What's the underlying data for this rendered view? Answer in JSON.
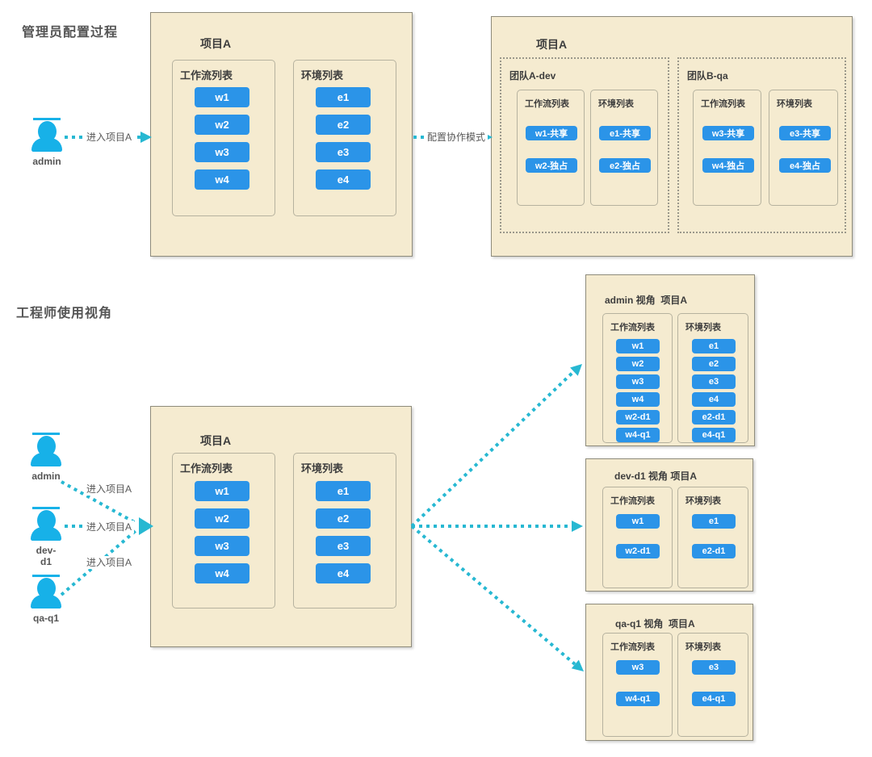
{
  "colors": {
    "accent-blue": "#2b94e8",
    "arrow-cyan": "#27b8d2",
    "person-cyan": "#17b1e8",
    "panel-cream": "#f5ebd0",
    "panel-border": "#8e8b7b",
    "subbox-border": "#b6b29f",
    "text-dark": "#3d3d3d",
    "text-gray": "#595959"
  },
  "titles": {
    "admin_config": "管理员配置过程",
    "engineer_view": "工程师使用视角"
  },
  "actors": {
    "admin_top": "admin",
    "admin": "admin",
    "dev": "dev-d1",
    "qa": "qa-q1"
  },
  "arrows": {
    "enter_project": "进入项目A",
    "configure_mode": "配置协作模式"
  },
  "boxes": {
    "source": {
      "title": "项目A",
      "workflow": {
        "title": "工作流列表",
        "items": [
          "w1",
          "w2",
          "w3",
          "w4"
        ]
      },
      "env": {
        "title": "环境列表",
        "items": [
          "e1",
          "e2",
          "e3",
          "e4"
        ]
      }
    },
    "configured": {
      "title": "项目A",
      "teams": [
        {
          "title": "团队A-dev",
          "workflow": {
            "title": "工作流列表",
            "items": [
              "w1-共享",
              "w2-独占"
            ]
          },
          "env": {
            "title": "环境列表",
            "items": [
              "e1-共享",
              "e2-独占"
            ]
          }
        },
        {
          "title": "团队B-qa",
          "workflow": {
            "title": "工作流列表",
            "items": [
              "w3-共享",
              "w4-独占"
            ]
          },
          "env": {
            "title": "环境列表",
            "items": [
              "e3-共享",
              "e4-独占"
            ]
          }
        }
      ]
    },
    "runtime": {
      "title": "项目A",
      "workflow": {
        "title": "工作流列表",
        "items": [
          "w1",
          "w2",
          "w3",
          "w4"
        ]
      },
      "env": {
        "title": "环境列表",
        "items": [
          "e1",
          "e2",
          "e3",
          "e4"
        ]
      }
    },
    "view_admin": {
      "title": "admin 视角  项目A",
      "workflow": {
        "title": "工作流列表",
        "items": [
          "w1",
          "w2",
          "w3",
          "w4",
          "w2-d1",
          "w4-q1"
        ]
      },
      "env": {
        "title": "环境列表",
        "items": [
          "e1",
          "e2",
          "e3",
          "e4",
          "e2-d1",
          "e4-q1"
        ]
      }
    },
    "view_dev": {
      "title": "dev-d1 视角 项目A",
      "workflow": {
        "title": "工作流列表",
        "items": [
          "w1",
          "w2-d1"
        ]
      },
      "env": {
        "title": "环境列表",
        "items": [
          "e1",
          "e2-d1"
        ]
      }
    },
    "view_qa": {
      "title": "qa-q1 视角  项目A",
      "workflow": {
        "title": "工作流列表",
        "items": [
          "w3",
          "w4-q1"
        ]
      },
      "env": {
        "title": "环境列表",
        "items": [
          "e3",
          "e4-q1"
        ]
      }
    }
  }
}
